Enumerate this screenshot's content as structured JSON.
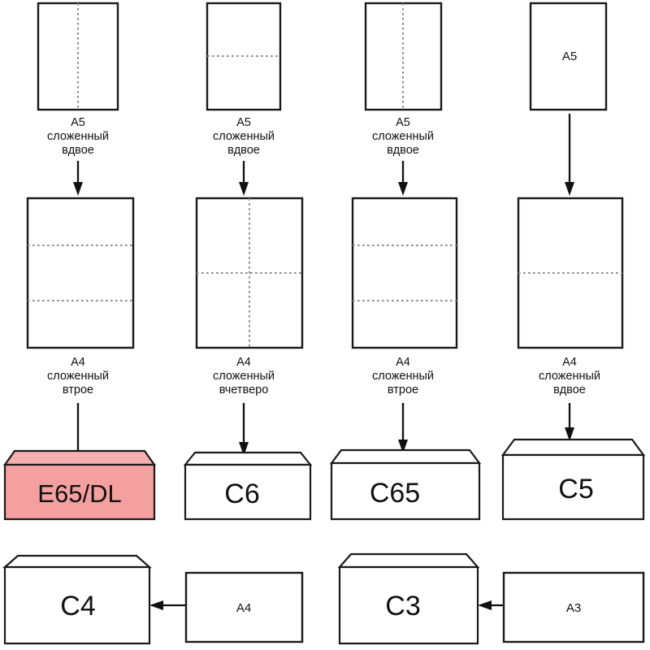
{
  "diagram": {
    "title": "Envelope and paper format folding chart",
    "language": "ru",
    "colors": {
      "highlight_fill": "#f5a0a0",
      "outline": "#1a1a1a",
      "fold_line": "#8d8d8d",
      "background": "#ffffff"
    }
  },
  "columns": [
    {
      "id": "col-1",
      "top": {
        "label_line1": "A5",
        "label_line2": "сложенный",
        "label_line3": "вдвое",
        "inside_label": "",
        "folds": "vertical-1"
      },
      "middle": {
        "label_line1": "A4",
        "label_line2": "сложенный",
        "label_line3": "втрое",
        "inside_label": "",
        "folds": "horizontal-2"
      },
      "envelope": {
        "label": "E65/DL",
        "highlighted": true
      }
    },
    {
      "id": "col-2",
      "top": {
        "label_line1": "A5",
        "label_line2": "сложенный",
        "label_line3": "вдвое",
        "inside_label": "",
        "folds": "horizontal-1"
      },
      "middle": {
        "label_line1": "A4",
        "label_line2": "сложенный",
        "label_line3": "вчетверо",
        "inside_label": "",
        "folds": "cross"
      },
      "envelope": {
        "label": "C6",
        "highlighted": false
      }
    },
    {
      "id": "col-3",
      "top": {
        "label_line1": "A5",
        "label_line2": "сложенный",
        "label_line3": "вдвое",
        "inside_label": "",
        "folds": "vertical-1"
      },
      "middle": {
        "label_line1": "A4",
        "label_line2": "сложенный",
        "label_line3": "втрое",
        "inside_label": "",
        "folds": "horizontal-2"
      },
      "envelope": {
        "label": "C65",
        "highlighted": false
      }
    },
    {
      "id": "col-4",
      "top": {
        "label_line1": "",
        "label_line2": "",
        "label_line3": "",
        "inside_label": "A5",
        "folds": "none"
      },
      "middle": {
        "label_line1": "A4",
        "label_line2": "сложенный",
        "label_line3": "вдвое",
        "inside_label": "",
        "folds": "horizontal-1"
      },
      "envelope": {
        "label": "C5",
        "highlighted": false
      }
    }
  ],
  "bottom_row": [
    {
      "id": "pair-1",
      "envelope_label": "C4",
      "sheet_label": "A4"
    },
    {
      "id": "pair-2",
      "envelope_label": "C3",
      "sheet_label": "A3"
    }
  ]
}
